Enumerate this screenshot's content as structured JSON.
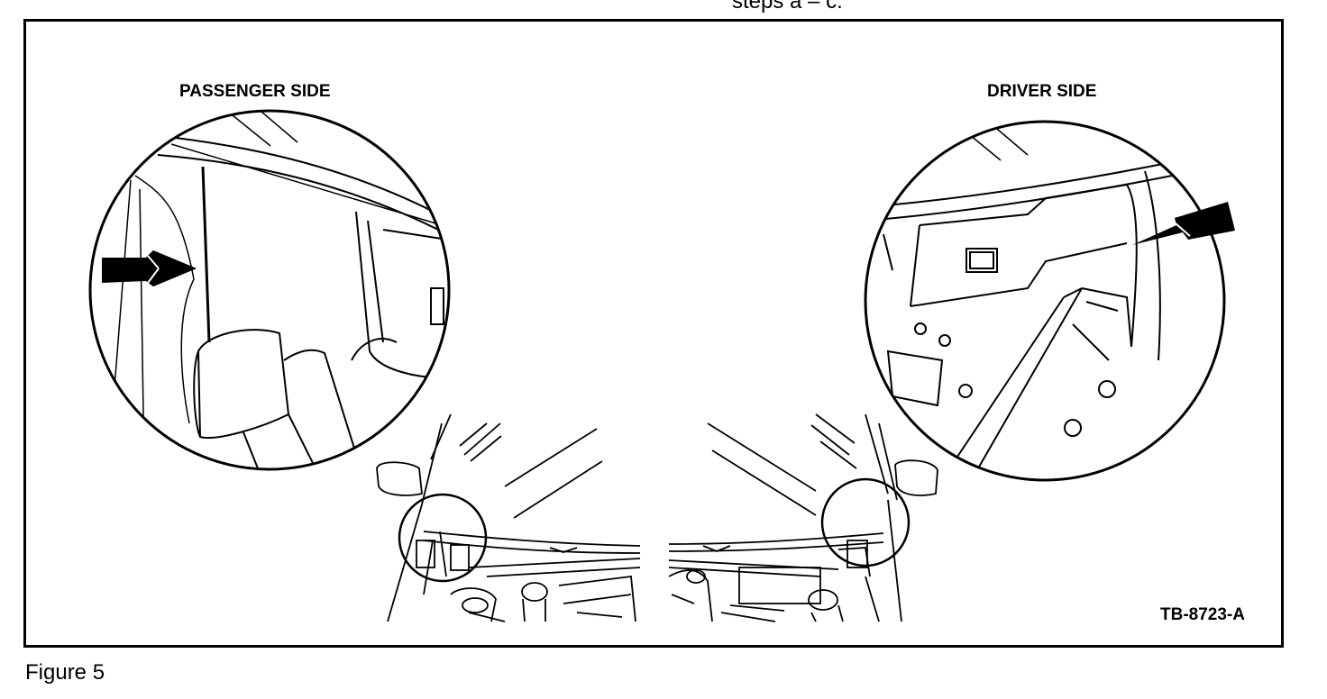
{
  "header_fragment": "steps a – c.",
  "figure": {
    "labels": {
      "passenger": "PASSENGER SIDE",
      "driver": "DRIVER SIDE"
    },
    "code": "TB-8723-A",
    "caption": "Figure 5"
  }
}
